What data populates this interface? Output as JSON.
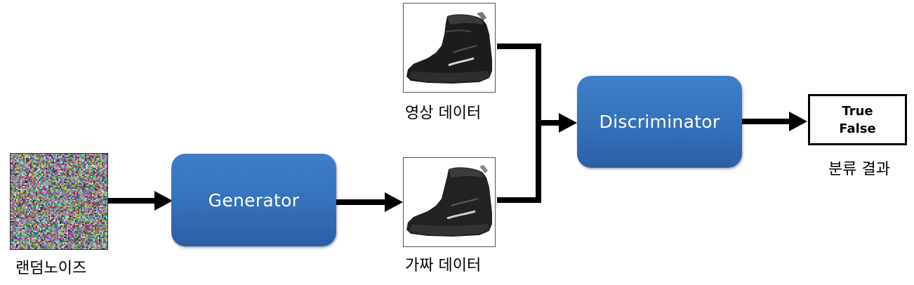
{
  "nodes": {
    "noise_label": "랜덤노이즈",
    "generator_label": "Generator",
    "real_data_label": "영상 데이터",
    "fake_data_label": "가짜 데이터",
    "discriminator_label": "Discriminator",
    "result_true": "True",
    "result_false": "False",
    "result_label": "분류 결과"
  },
  "colors": {
    "block_fill": "#3672bc",
    "arrow": "#000000",
    "text_on_block": "#ffffff"
  },
  "icons": {
    "noise_image": "random-noise-image",
    "real_image": "ankle-boot-image",
    "fake_image": "ankle-boot-image"
  }
}
